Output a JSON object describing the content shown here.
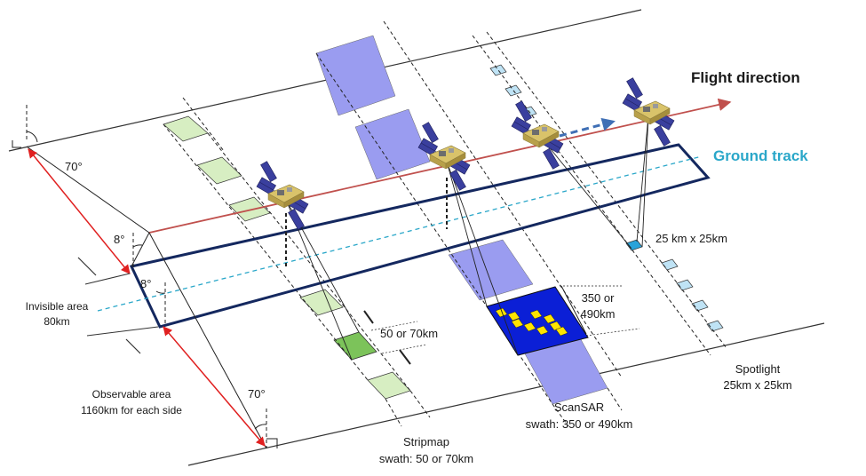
{
  "labels": {
    "flight_direction": "Flight direction",
    "ground_track": "Ground track",
    "tile_size": "25 km x 25km",
    "scansar_width_l1": "350 or",
    "scansar_width_l2": "490km",
    "stripmap_width": "50 or 70km",
    "invisible_area_l1": "Invisible area",
    "invisible_area_l2": "80km",
    "observable_area_l1": "Observable area",
    "observable_area_l2": "1160km for each side",
    "spotlight_l1": "Spotlight",
    "spotlight_l2": "25km x 25km",
    "scansar_l1": "ScanSAR",
    "scansar_l2": "swath: 350 or 490km",
    "stripmap_l1": "Stripmap",
    "stripmap_l2": "swath: 50 or 70km",
    "angle_70_top": "70°",
    "angle_70_bottom": "70°",
    "angle_8_top": "8°",
    "angle_8_bottom": "8°"
  },
  "colors": {
    "ground_track_box": "#14285f",
    "orbit_line": "#c0504d",
    "ground_track_line": "#2aa7c9",
    "stripmap_fill": "#d7eec2",
    "stripmap_active": "#7cc35a",
    "scansar_fill": "#9a9cf0",
    "scansar_active": "#0b1fd6",
    "scansar_cell": "#ffe400",
    "spotlight_fill": "#bfe3f5",
    "spotlight_active": "#29a3da",
    "arrow_red": "#e02020",
    "flight_arrow_dashed": "#3f6fb5",
    "satellite_body": "#d9c36a",
    "satellite_panel": "#3a3f9e"
  },
  "icons": [
    "satellite-icon",
    "flight-direction-arrow-icon",
    "dashed-motion-arrow-icon"
  ]
}
